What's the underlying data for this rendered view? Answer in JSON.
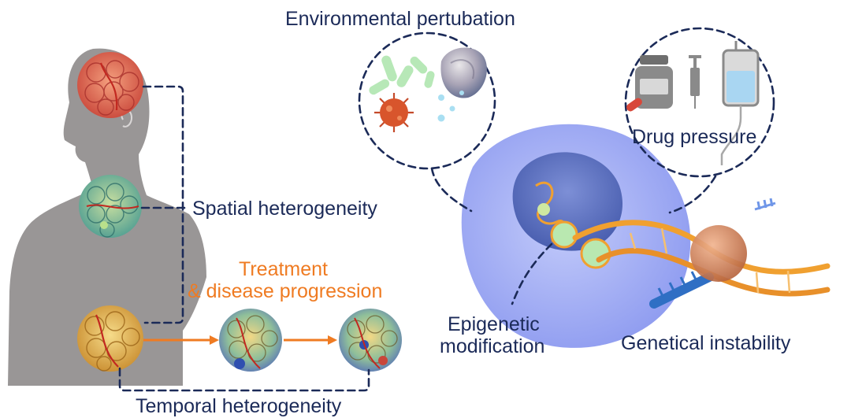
{
  "labels": {
    "environmental": "Environmental pertubation",
    "drug": "Drug pressure",
    "spatial": "Spatial heterogeneity",
    "treatment_line1": "Treatment",
    "treatment_line2": "& disease progression",
    "epigenetic_line1": "Epigenetic",
    "epigenetic_line2": "modification",
    "genetical": "Genetical instability",
    "temporal": "Temporal heterogeneity"
  },
  "colors": {
    "navy": "#1b2a58",
    "orange": "#ef7b22",
    "body_silhouette": "#8e8b8b",
    "cell": "#9aa6f2",
    "nucleus": "#5f72c4",
    "tumor_red": "#e0664a",
    "tumor_green": "#6fb48c",
    "tumor_yellow": "#e7bd45",
    "dna": "#f0a030"
  },
  "icons": {
    "bacteria": "bacteria-icon",
    "virus": "virus-icon",
    "pill_bottle": "pill-bottle-icon",
    "syringe": "syringe-icon",
    "iv_bag": "iv-bag-icon",
    "dna": "dna-helix-icon"
  }
}
